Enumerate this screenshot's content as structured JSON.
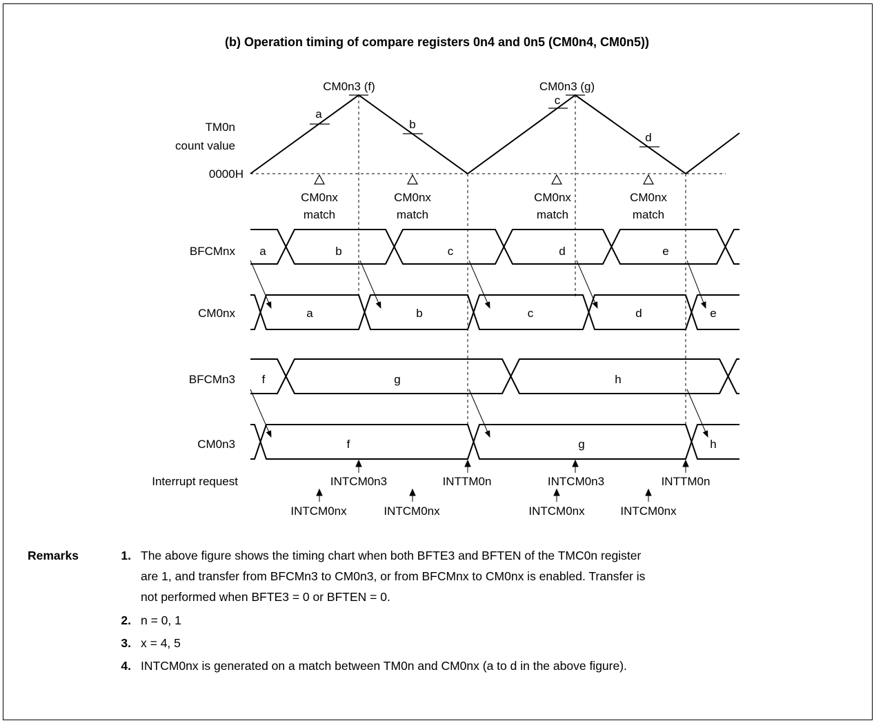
{
  "title": "(b)  Operation timing of compare registers 0n4 and 0n5 (CM0n4, CM0n5))",
  "diagram": {
    "tm_label_line1": "TM0n",
    "tm_label_line2": "count value",
    "zero_label": "0000H",
    "peak_labels": [
      "CM0n3 (f)",
      "CM0n3 (g)"
    ],
    "slope_labels": [
      "a",
      "b",
      "c",
      "d"
    ],
    "match_labels": [
      {
        "line1": "CM0nx",
        "line2": "match"
      },
      {
        "line1": "CM0nx",
        "line2": "match"
      },
      {
        "line1": "CM0nx",
        "line2": "match"
      },
      {
        "line1": "CM0nx",
        "line2": "match"
      }
    ],
    "signals": [
      {
        "name": "BFCMnx",
        "values": [
          "a",
          "b",
          "c",
          "d",
          "e"
        ]
      },
      {
        "name": "CM0nx",
        "values": [
          "a",
          "b",
          "c",
          "d",
          "e"
        ]
      },
      {
        "name": "BFCMn3",
        "values": [
          "f",
          "g",
          "h"
        ]
      },
      {
        "name": "CM0n3",
        "values": [
          "f",
          "g",
          "h"
        ]
      }
    ],
    "interrupt_label": "Interrupt request",
    "interrupts_top": [
      "INTCM0n3",
      "INTTM0n",
      "INTCM0n3",
      "INTTM0n"
    ],
    "interrupts_bottom": [
      "INTCM0nx",
      "INTCM0nx",
      "INTCM0nx",
      "INTCM0nx"
    ]
  },
  "remarks": {
    "heading": "Remarks",
    "items": [
      {
        "num": "1.",
        "lines": [
          "The above figure shows the timing chart when both BFTE3 and BFTEN of the TMC0n register",
          "are 1, and transfer from BFCMn3 to CM0n3, or from BFCMnx to CM0nx is enabled.  Transfer is",
          "not performed when BFTE3 = 0 or BFTEN = 0."
        ]
      },
      {
        "num": "2.",
        "lines": [
          "n = 0, 1"
        ]
      },
      {
        "num": "3.",
        "lines": [
          "x = 4, 5"
        ]
      },
      {
        "num": "4.",
        "lines": [
          "INTCM0nx is generated on a match between TM0n and CM0nx (a to d in the above figure)."
        ]
      }
    ]
  }
}
